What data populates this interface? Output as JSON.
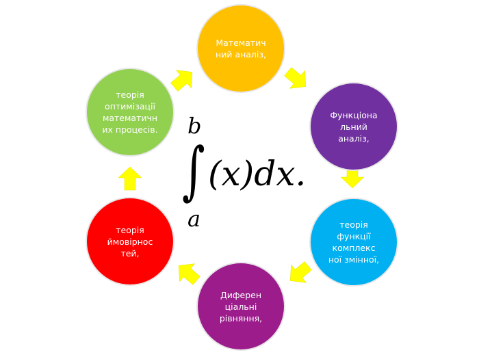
{
  "nodes": [
    {
      "id": "math-analysis",
      "lines": [
        "Математич",
        "ний аналіз,"
      ],
      "color": "#FFC000"
    },
    {
      "id": "functional-analysis",
      "lines": [
        "Функціона",
        "льний",
        "аналіз,"
      ],
      "color": "#7030A0"
    },
    {
      "id": "complex-functions",
      "lines": [
        "теорія",
        "функції",
        "комплекс",
        "ної змінної,"
      ],
      "color": "#00B0F0"
    },
    {
      "id": "differential-equations",
      "lines": [
        "Диферен",
        "ціальні",
        "рівняння,"
      ],
      "color": "#9C1C8C"
    },
    {
      "id": "probability",
      "lines": [
        "теорія",
        "ймовірнос",
        "тей,"
      ],
      "color": "#FF0000"
    },
    {
      "id": "optimization",
      "lines": [
        "теорія",
        "оптимізації",
        "математичн",
        "их процесів."
      ],
      "color": "#92D050"
    }
  ],
  "formula": {
    "upper": "b",
    "integral": "∫",
    "body": "(x)dx.",
    "lower": "a"
  },
  "arrow_color": "#FFFF00"
}
